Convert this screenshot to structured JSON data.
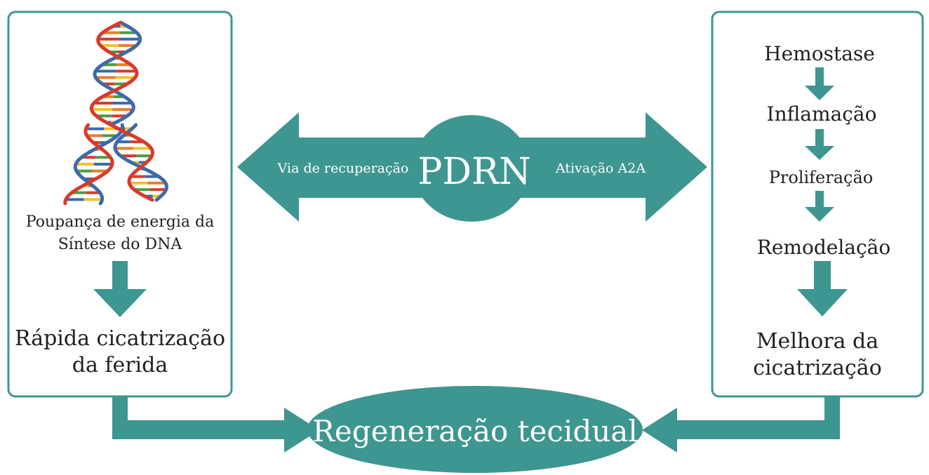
{
  "colors": {
    "accent": "#3d9690",
    "box_border": "#3d9690",
    "text": "#231f20",
    "dna_red": "#d63b2b",
    "dna_blue": "#3e6aa8",
    "dna_yellow": "#f2c12e",
    "dna_green": "#4f9a45",
    "dna_orange": "#e87d2b"
  },
  "center": {
    "title": "PDRN",
    "left_label": "Via de recuperação",
    "right_label": "Ativação A2A"
  },
  "left_panel": {
    "image_icon": "dna-double-helix",
    "caption_line1": "Poupança de energia da",
    "caption_line2": "Síntese do DNA",
    "result_line1": "Rápida cicatrização",
    "result_line2": "da ferida"
  },
  "right_panel": {
    "steps": [
      "Hemostase",
      "Inflamação",
      "Proliferação",
      "Remodelação"
    ],
    "result_line1": "Melhora da",
    "result_line2": "cicatrização"
  },
  "bottom": {
    "outcome": "Regeneração tecidual"
  }
}
